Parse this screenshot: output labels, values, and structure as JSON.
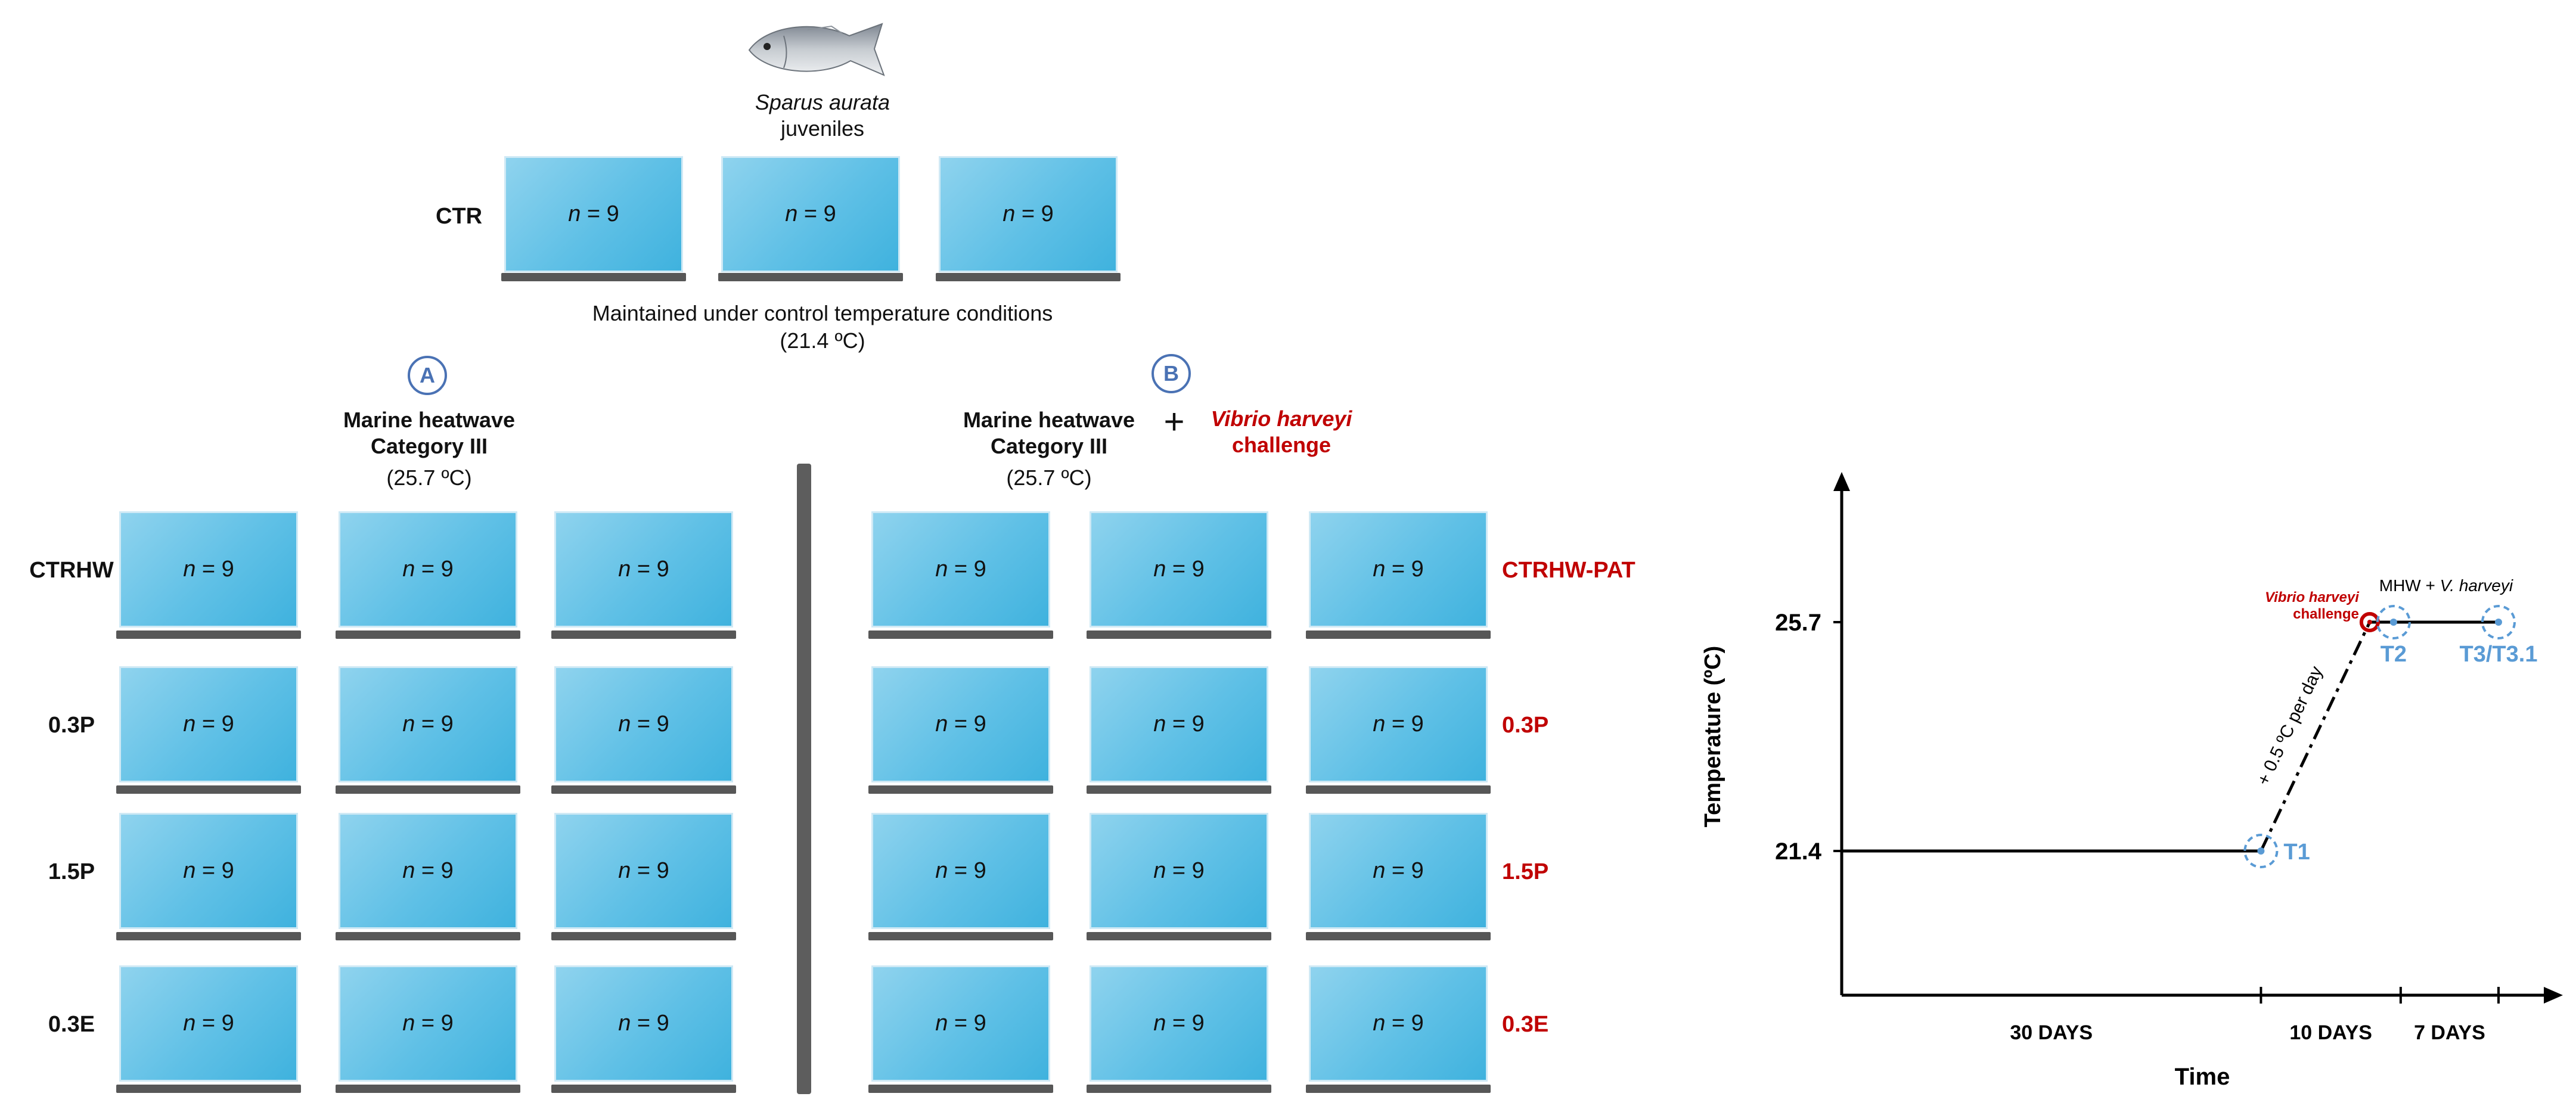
{
  "fish": {
    "species": "Sparus aurata",
    "stage": "juveniles"
  },
  "ctr": {
    "label": "CTR",
    "tanks": [
      "n = 9",
      "n = 9",
      "n = 9"
    ],
    "desc_line1": "Maintained under control temperature conditions",
    "desc_line2": "(21.4 ºC)"
  },
  "group_a": {
    "marker": "A",
    "title_line1": "Marine heatwave",
    "title_line2": "Category III",
    "temp": "(25.7 ºC)",
    "rows": [
      {
        "label": "CTRHW",
        "tanks": [
          "n = 9",
          "n = 9",
          "n = 9"
        ]
      },
      {
        "label": "0.3P",
        "tanks": [
          "n = 9",
          "n = 9",
          "n = 9"
        ]
      },
      {
        "label": "1.5P",
        "tanks": [
          "n = 9",
          "n = 9",
          "n = 9"
        ]
      },
      {
        "label": "0.3E",
        "tanks": [
          "n = 9",
          "n = 9",
          "n = 9"
        ]
      }
    ]
  },
  "group_b": {
    "marker": "B",
    "title_line1": "Marine heatwave",
    "title_line2": "Category III",
    "temp": "(25.7 ºC)",
    "plus": "+",
    "challenge_line1": "Vibrio harveyi",
    "challenge_line2": "challenge",
    "rows": [
      {
        "label": "CTRHW-PAT",
        "tanks": [
          "n = 9",
          "n = 9",
          "n = 9"
        ]
      },
      {
        "label": "0.3P",
        "tanks": [
          "n = 9",
          "n = 9",
          "n = 9"
        ]
      },
      {
        "label": "1.5P",
        "tanks": [
          "n = 9",
          "n = 9",
          "n = 9"
        ]
      },
      {
        "label": "0.3E",
        "tanks": [
          "n = 9",
          "n = 9",
          "n = 9"
        ]
      }
    ]
  },
  "colors": {
    "tank": "#5fc0e6",
    "accent_red": "#c00000",
    "marker_blue": "#4a72b4",
    "timepoint_blue": "#5a9bd5"
  },
  "chart_data": {
    "type": "line",
    "xlabel": "Time",
    "ylabel": "Temperature (ºC)",
    "y_ticks": [
      "21.4",
      "25.7"
    ],
    "y_values": [
      21.4,
      25.7
    ],
    "phases": [
      "30 DAYS",
      "10 DAYS",
      "7 DAYS"
    ],
    "phase_days": [
      30,
      10,
      7
    ],
    "ramp_label": "+ 0.5 ºC per day",
    "challenge_line1": "Vibrio harveyi",
    "challenge_line2": "challenge",
    "mhw_label_prefix": "MHW + ",
    "mhw_label_species": "V. harveyi",
    "timepoints": [
      {
        "name": "T1",
        "day": 30,
        "temp": 21.4
      },
      {
        "name": "T2",
        "day": 40,
        "temp": 25.7
      },
      {
        "name": "T3/T3.1",
        "day": 47,
        "temp": 25.7
      }
    ]
  }
}
